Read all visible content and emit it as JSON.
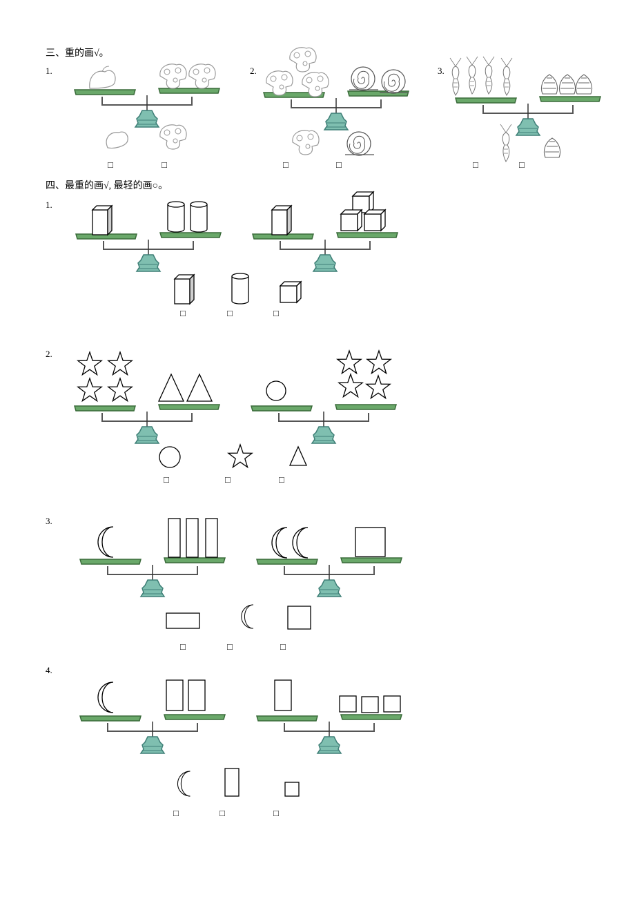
{
  "section3": {
    "heading": "三、重的画√。",
    "items": [
      {
        "label": "1.",
        "left_object": "pepper",
        "right_object": "mushroom",
        "left_count": 1,
        "right_count": 2
      },
      {
        "label": "2.",
        "left_object": "mushroom",
        "right_object": "snail",
        "left_count": 3,
        "right_count": 2
      },
      {
        "label": "3.",
        "left_object": "shrimp",
        "right_object": "conch",
        "left_count": 4,
        "right_count": 3
      }
    ],
    "answer_box": "□"
  },
  "section4": {
    "heading": "四、最重的画√, 最轻的画○。",
    "answer_box": "□",
    "items": [
      {
        "label": "1.",
        "shapes": [
          "cuboid",
          "cylinder",
          "cube"
        ]
      },
      {
        "label": "2.",
        "shapes": [
          "circle",
          "star",
          "triangle"
        ]
      },
      {
        "label": "3.",
        "shapes": [
          "rectangle",
          "crescent",
          "square"
        ]
      },
      {
        "label": "4.",
        "shapes": [
          "crescent",
          "rectangle",
          "square"
        ]
      }
    ]
  },
  "colors": {
    "pan": "#6aa86a",
    "pan_border": "#3a6b3a",
    "base": "#7fbfb0",
    "base_dark": "#3f7f77",
    "beam": "#555555"
  }
}
